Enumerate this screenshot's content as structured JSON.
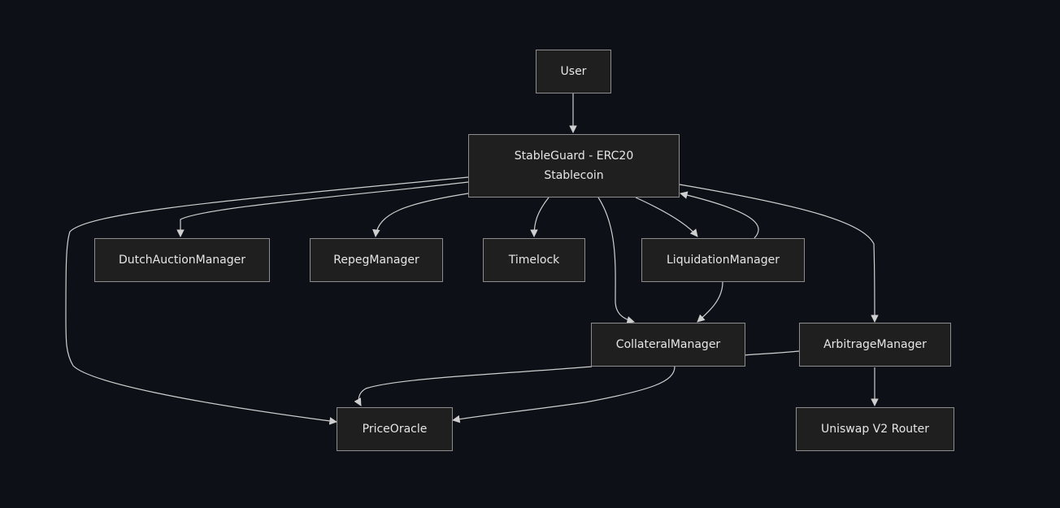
{
  "diagram": {
    "nodes": {
      "user": "User",
      "stableguard_line1": "StableGuard - ERC20",
      "stableguard_line2": "Stablecoin",
      "dutch_auction_manager": "DutchAuctionManager",
      "repeg_manager": "RepegManager",
      "timelock": "Timelock",
      "liquidation_manager": "LiquidationManager",
      "collateral_manager": "CollateralManager",
      "arbitrage_manager": "ArbitrageManager",
      "price_oracle": "PriceOracle",
      "uniswap_v2_router": "Uniswap V2 Router"
    },
    "edges": [
      {
        "from": "User",
        "to": "StableGuard - ERC20 Stablecoin"
      },
      {
        "from": "StableGuard - ERC20 Stablecoin",
        "to": "DutchAuctionManager"
      },
      {
        "from": "StableGuard - ERC20 Stablecoin",
        "to": "RepegManager"
      },
      {
        "from": "StableGuard - ERC20 Stablecoin",
        "to": "Timelock"
      },
      {
        "from": "StableGuard - ERC20 Stablecoin",
        "to": "LiquidationManager"
      },
      {
        "from": "LiquidationManager",
        "to": "StableGuard - ERC20 Stablecoin"
      },
      {
        "from": "StableGuard - ERC20 Stablecoin",
        "to": "CollateralManager"
      },
      {
        "from": "LiquidationManager",
        "to": "CollateralManager"
      },
      {
        "from": "StableGuard - ERC20 Stablecoin",
        "to": "ArbitrageManager"
      },
      {
        "from": "StableGuard - ERC20 Stablecoin",
        "to": "PriceOracle"
      },
      {
        "from": "CollateralManager",
        "to": "PriceOracle"
      },
      {
        "from": "ArbitrageManager",
        "to": "PriceOracle"
      },
      {
        "from": "ArbitrageManager",
        "to": "Uniswap V2 Router"
      }
    ],
    "colors": {
      "background": "#0d1117",
      "node_fill": "#1f1f1f",
      "node_border": "#8c8c8c",
      "text": "#e6e6e6",
      "edge": "#cfcfcf"
    }
  }
}
